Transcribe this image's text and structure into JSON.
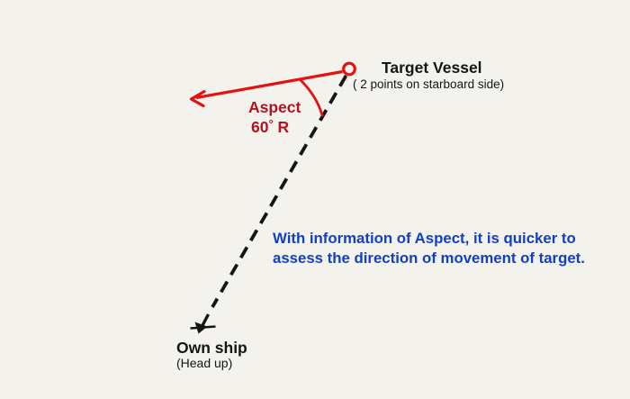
{
  "diagram": {
    "title_context": "Aspect bearing diagram",
    "target": {
      "label": "Target Vessel",
      "sublabel": "( 2 points on starboard side)"
    },
    "aspect": {
      "label": "Aspect",
      "value": "60",
      "unit": "°",
      "side": "R"
    },
    "note": {
      "line1": "With information of Aspect, it is quicker to",
      "line2": "assess the direction of movement of target."
    },
    "own_ship": {
      "label": "Own ship",
      "sublabel": "(Head up)"
    },
    "colors": {
      "background": "#f4f2ec",
      "red": "#e41210",
      "dark_red": "#b4121f",
      "blue": "#1240c4",
      "black": "#151515"
    }
  }
}
